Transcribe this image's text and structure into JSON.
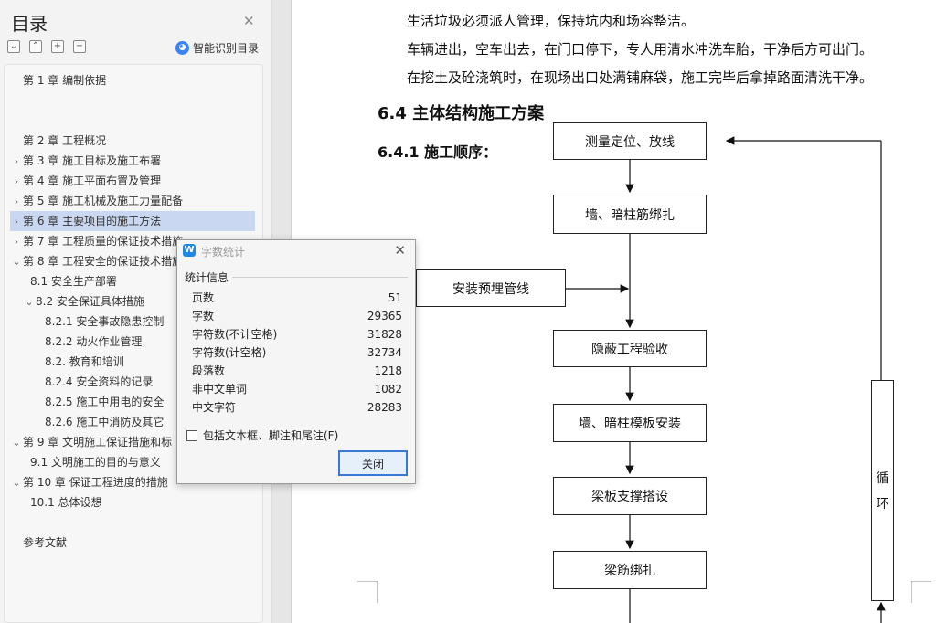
{
  "sidebar": {
    "title": "目录",
    "smart_label": "智能识别目录",
    "tools": [
      "⌄",
      "⌃",
      "+",
      "−"
    ],
    "items": [
      {
        "label": "第 1 章   编制依据",
        "arrow": ""
      },
      {
        "label": "第 2 章   工程概况",
        "arrow": ""
      },
      {
        "label": "第 3 章   施工目标及施工布署",
        "arrow": "›"
      },
      {
        "label": "第 4 章   施工平面布置及管理",
        "arrow": "›"
      },
      {
        "label": "第 5 章   施工机械及施工力量配备",
        "arrow": "›"
      },
      {
        "label": "第 6 章   主要项目的施工方法",
        "arrow": "›"
      },
      {
        "label": "第 7 章   工程质量的保证技术措施",
        "arrow": "›"
      },
      {
        "label": "第 8 章   工程安全的保证技术措施",
        "arrow": "⌄"
      },
      {
        "label": "8.1  安全生产部署",
        "arrow": ""
      },
      {
        "label": "8.2  安全保证具体措施",
        "arrow": "⌄"
      },
      {
        "label": "8.2.1  安全事故隐患控制",
        "arrow": ""
      },
      {
        "label": "8.2.2  动火作业管理",
        "arrow": ""
      },
      {
        "label": "8.2.  教育和培训",
        "arrow": ""
      },
      {
        "label": "8.2.4  安全资料的记录",
        "arrow": ""
      },
      {
        "label": "8.2.5  施工中用电的安全",
        "arrow": ""
      },
      {
        "label": "8.2.6  施工中消防及其它",
        "arrow": ""
      },
      {
        "label": "第 9 章   文明施工保证措施和标",
        "arrow": "⌄"
      },
      {
        "label": "9.1  文明施工的目的与意义",
        "arrow": ""
      },
      {
        "label": "第 10 章   保证工程进度的措施",
        "arrow": "⌄"
      },
      {
        "label": "10.1   总体设想",
        "arrow": ""
      },
      {
        "label": "参考文献",
        "arrow": ""
      }
    ]
  },
  "document": {
    "lines": [
      "生活垃圾必须派人管理，保持坑内和场容整洁。",
      "车辆进出，空车出去，在门口停下，专人用清水冲洗车胎，干净后方可出门。",
      "在挖土及砼浇筑时，在现场出口处满铺麻袋，施工完毕后拿掉路面清洗干净。"
    ],
    "heading": "6.4  主体结构施工方案",
    "subheading": "6.4.1  施工顺序：",
    "flow": {
      "steps": [
        "测量定位、放线",
        "墙、暗柱筋绑扎",
        "隐蔽工程验收",
        "墙、暗柱模板安装",
        "梁板支撑搭设",
        "梁筋绑扎"
      ],
      "side": "安装预埋管线",
      "loop": [
        "循",
        "环"
      ]
    }
  },
  "dialog": {
    "title": "字数统计",
    "section": "统计信息",
    "stats": [
      {
        "label": "页数",
        "value": "51"
      },
      {
        "label": "字数",
        "value": "29365"
      },
      {
        "label": "字符数(不计空格)",
        "value": "31828"
      },
      {
        "label": "字符数(计空格)",
        "value": "32734"
      },
      {
        "label": "段落数",
        "value": "1218"
      },
      {
        "label": "非中文单词",
        "value": "1082"
      },
      {
        "label": "中文字符",
        "value": "28283"
      }
    ],
    "checkbox_label": "包括文本框、脚注和尾注(F)",
    "close_label": "关闭"
  }
}
